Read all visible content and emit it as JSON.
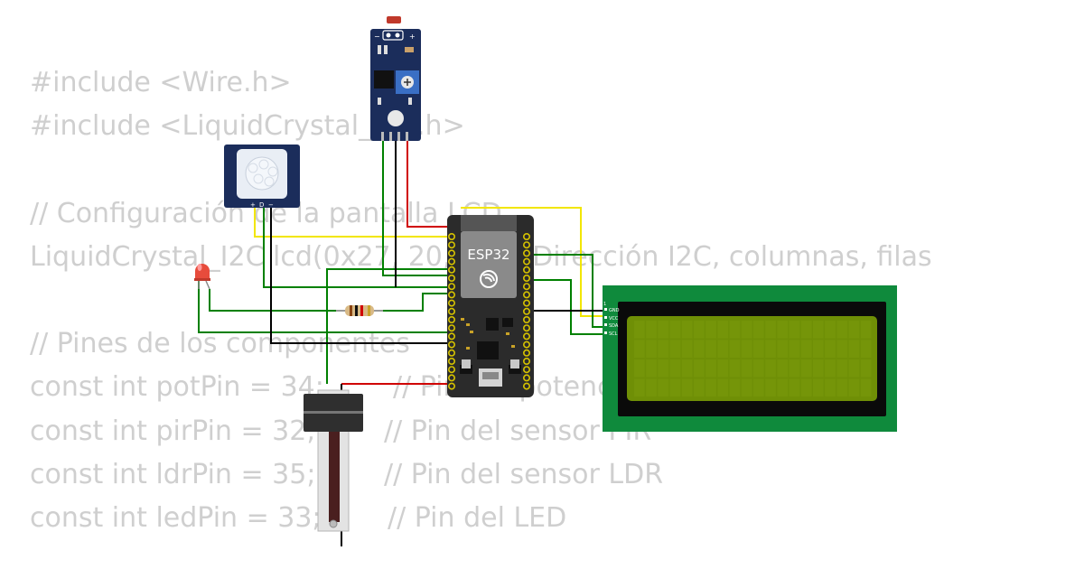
{
  "code_lines": [
    {
      "text": "#include <Wire.h>"
    },
    {
      "text": "#include <LiquidCrystal_I2C.h>"
    },
    {
      "text": ""
    },
    {
      "text": "// Configuración de la pantalla LCD"
    },
    {
      "text": "LiquidCrystal_I2C lcd(0x27, 20, 4); // Dirección I2C, columnas, filas"
    },
    {
      "text": ""
    },
    {
      "text": "// Pines de los componentes"
    },
    {
      "stmt": "const int potPin = 34;",
      "comment": "// Pin del potenciómetro"
    },
    {
      "stmt": "const int pirPin = 32;",
      "comment": "// Pin del sensor PIR"
    },
    {
      "stmt": "const int ldrPin = 35;",
      "comment": "// Pin del sensor LDR"
    },
    {
      "stmt": "const int ledPin = 33;",
      "comment": "// Pin del LED"
    }
  ],
  "esp32": {
    "label": "ESP32"
  },
  "lcd": {
    "pin_labels": [
      "GND",
      "VCC",
      "SDA",
      "SCL"
    ]
  },
  "pir": {
    "pin_labels": [
      "+",
      "D",
      "−"
    ]
  },
  "ldr_module": {
    "pin_labels": [
      "−",
      "+"
    ]
  },
  "colors": {
    "code_text": "#cfcfcf",
    "esp32_board": "#2b2b2b",
    "lcd_pcb": "#0f8a3c",
    "lcd_screen": "#6f8f06",
    "module_pcb": "#1b2d5b",
    "wire_green": "#008000",
    "wire_red": "#d00000",
    "wire_black": "#000000",
    "wire_yellow": "#f2e600"
  }
}
